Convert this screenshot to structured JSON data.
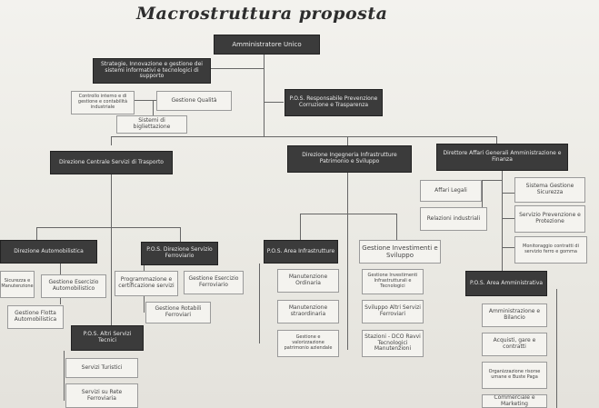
{
  "title": "Macrostruttura proposta",
  "boxes": {
    "au": "Amministratore Unico",
    "strategie": "Strategie, Innovazione e gestione dei sistemi informativi e tecnologici di supporto",
    "controllo": "Controllo interno e di gestione e contabilità industriale",
    "qualita": "Gestione Qualità",
    "rpct": "P.O.S. Responsabile Prevenzione Corruzione e Trasparenza",
    "bigliettazione": "Sistemi di bigliettazione",
    "dir_trasporto": "Direzione Centrale Servizi di Trasporto",
    "dir_ingegneria": "Direzione Ingegneria Infrastrutture Patrimonio e Sviluppo",
    "dir_affari": "Direttore Affari Generali Amministrazione e Finanza",
    "area_auto": "Direzione Automobilistica",
    "area_ferro": "P.O.S. Direzione Servizio Ferroviario",
    "auto_sx": "Sicurezza e Manutenzione",
    "auto_esercizio": "Gestione Esercizio Automobilistico",
    "auto_flotta": "Gestione Flotta Automobilistica",
    "ferro_programm": "Programmazione e certificazione servizi",
    "ferro_esercizio": "Gestione Esercizio Ferroviario",
    "ferro_rotabili": "Gestione Rotabili Ferroviari",
    "altri_servizi": "P.O.S. Altri Servizi Tecnici",
    "servizi_turistici": "Servizi Turistici",
    "servizi_rete": "Servizi su Rete Ferroviaria",
    "area_infra": "P.O.S. Area Infrastrutture",
    "manut_ordinaria": "Manutenzione Ordinaria",
    "manut_straord": "Manutenzione straordinaria",
    "gestione_patrimonio": "Gestione e valorizzazione patrimonio aziendale",
    "investimenti": "Gestione Investimenti e Sviluppo",
    "gest_invest_sub": "Gestione Investimenti Infrastrutturali e Tecnologici",
    "sviluppo_altri": "Sviluppo Altri Servizi Ferroviari",
    "stazioni": "Stazioni - DCO Ravvi Tecnologici Manutenzioni",
    "affari_legali": "Affari Legali",
    "relazioni": "Relazioni industriali",
    "sistema_gestione": "Sistema Gestione Sicurezza",
    "prevenzione": "Servizio Prevenzione e Protezione",
    "monitoraggio": "Monitoraggio contratti di servizio ferro e gomma",
    "area_amm": "P.O.S. Area Amministrativa",
    "amm_bilancio": "Amministrazione e Bilancio",
    "acquisti": "Acquisti, gare e contratti",
    "organizzazione": "Organizzazione risorse umane e Buste Paga",
    "commerciale": "Commerciale e Marketing"
  }
}
